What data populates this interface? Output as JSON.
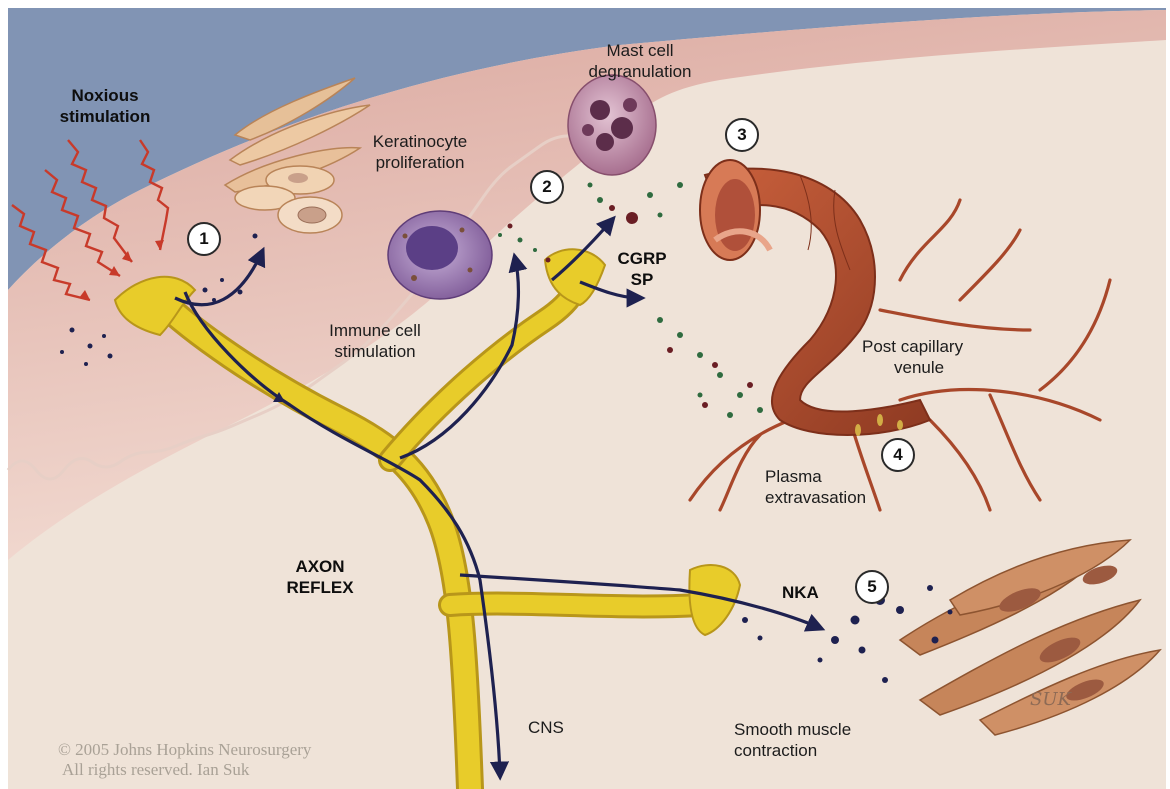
{
  "labels": {
    "noxious_line1": "Noxious",
    "noxious_line2": "stimulation",
    "keratinocyte_line1": "Keratinocyte",
    "keratinocyte_line2": "proliferation",
    "mast_line1": "Mast cell",
    "mast_line2": "degranulation",
    "immune_line1": "Immune cell",
    "immune_line2": "stimulation",
    "cgrp": "CGRP",
    "sp": "SP",
    "venule_line1": "Post capillary",
    "venule_line2": "venule",
    "plasma_line1": "Plasma",
    "plasma_line2": "extravasation",
    "axon_line1": "AXON",
    "axon_line2": "REFLEX",
    "nka": "NKA",
    "cns": "CNS",
    "smooth_line1": "Smooth muscle",
    "smooth_line2": "contraction"
  },
  "steps": [
    "1",
    "2",
    "3",
    "4",
    "5"
  ],
  "copyright": {
    "line1": "© 2005 Johns Hopkins Neurosurgery",
    "line2": "All rights reserved. Ian Suk"
  },
  "signature": "SUK",
  "colors": {
    "sky": "#7f92b3",
    "skin": "#e9c3b9",
    "dermis": "#efe3d8",
    "nerve": "#e8cc2a",
    "arrow": "#1e2150",
    "venule": "#a8472a",
    "immune_cell": "#8d6aa3",
    "mast_cell": "#b98aa5",
    "smooth_muscle": "#c6855a",
    "stimulus": "#c83a2a"
  }
}
